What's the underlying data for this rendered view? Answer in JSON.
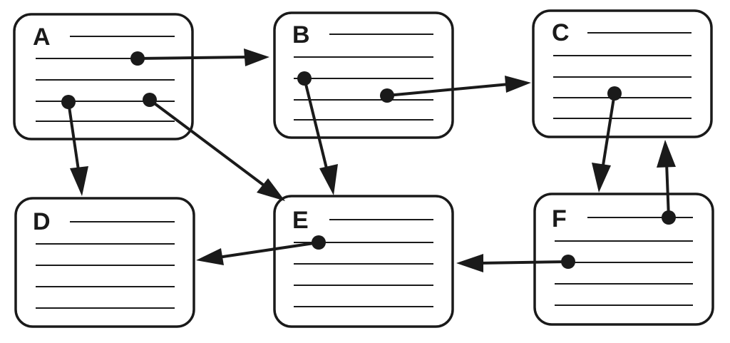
{
  "diagram": {
    "nodes": [
      {
        "id": "A",
        "label": "A"
      },
      {
        "id": "B",
        "label": "B"
      },
      {
        "id": "C",
        "label": "C"
      },
      {
        "id": "D",
        "label": "D"
      },
      {
        "id": "E",
        "label": "E"
      },
      {
        "id": "F",
        "label": "F"
      }
    ],
    "edges": [
      {
        "from": "A",
        "to": "B"
      },
      {
        "from": "A",
        "to": "D"
      },
      {
        "from": "A",
        "to": "E"
      },
      {
        "from": "B",
        "to": "C"
      },
      {
        "from": "B",
        "to": "E"
      },
      {
        "from": "C",
        "to": "F"
      },
      {
        "from": "F",
        "to": "C"
      },
      {
        "from": "E",
        "to": "D"
      },
      {
        "from": "F",
        "to": "E"
      }
    ]
  }
}
